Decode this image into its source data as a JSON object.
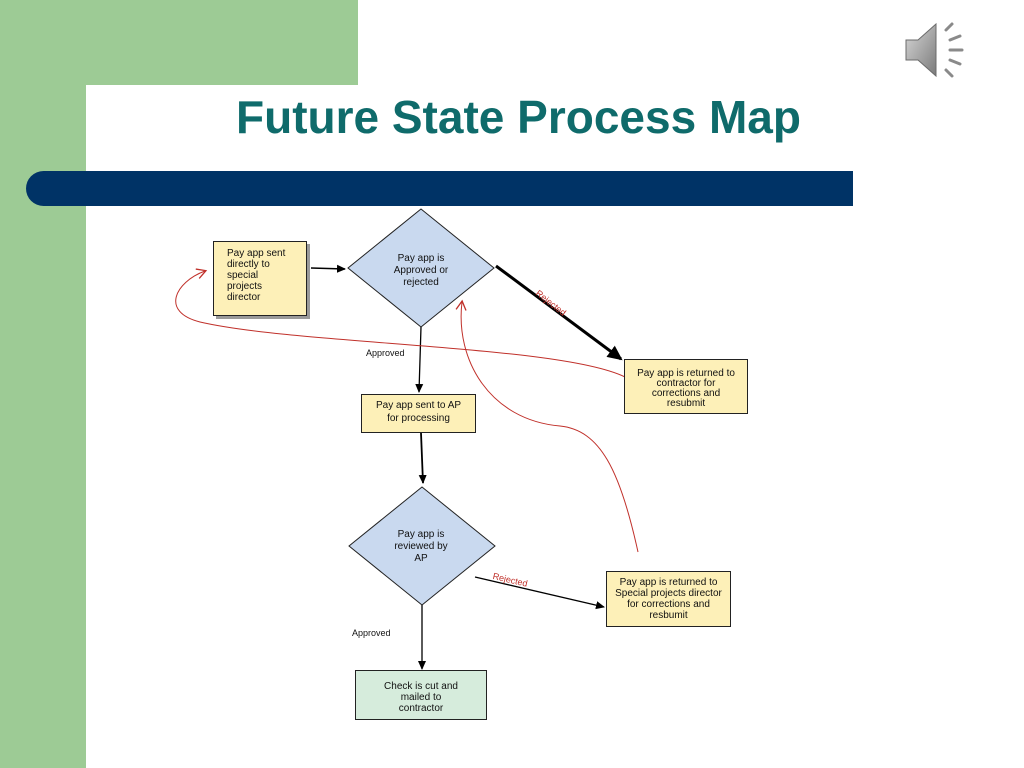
{
  "slide": {
    "title": "Future State Process Map",
    "colors": {
      "accent_green": "#9dcb95",
      "title_teal": "#0f6b6b",
      "bar_navy": "#003366",
      "box_yellow": "#fdf0b8",
      "diamond_blue": "#c9d9ef",
      "reject_red": "#c0302a"
    },
    "speaker_icon": "speaker-icon"
  },
  "diagram": {
    "nodes": {
      "start_box": "Pay app sent\ndirectly to\nspecial\nprojects\ndirector",
      "decision1": "Pay app is\nApproved or\nrejected",
      "returned_contractor": "Pay app is returned to\ncontractor for\ncorrections and\nresubmit",
      "sent_to_ap": "Pay app sent to AP\nfor processing",
      "decision2": "Pay app is\nreviewed by\nAP",
      "returned_director": "Pay app is returned to\nSpecial projects director\nfor  corrections and\nresbumit",
      "end_box": "Check is cut and\nmailed to\ncontractor"
    },
    "labels": {
      "rejected_1": "Rejected",
      "approved_1": "Approved",
      "rejected_2": "Rejected",
      "approved_2": "Approved"
    }
  }
}
